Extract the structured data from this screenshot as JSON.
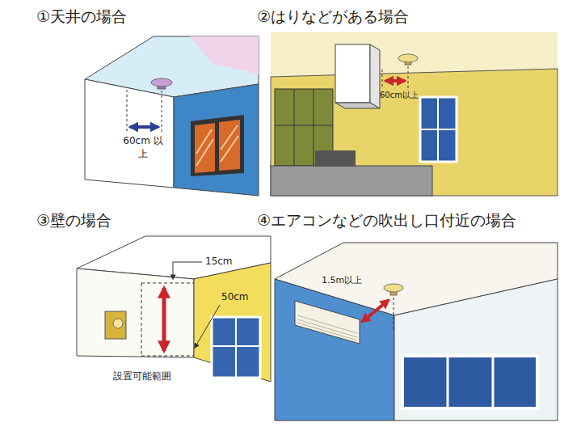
{
  "diagram": {
    "labels": [
      "①天井の場合",
      "②はりなどがある場合",
      "60cm 以上",
      "60cm以上",
      "③壁の場合",
      "④エアコンなどの吹出し口付近の場合",
      "15cm",
      "50cm",
      "設置可能範囲",
      "1.5m以上"
    ]
  }
}
